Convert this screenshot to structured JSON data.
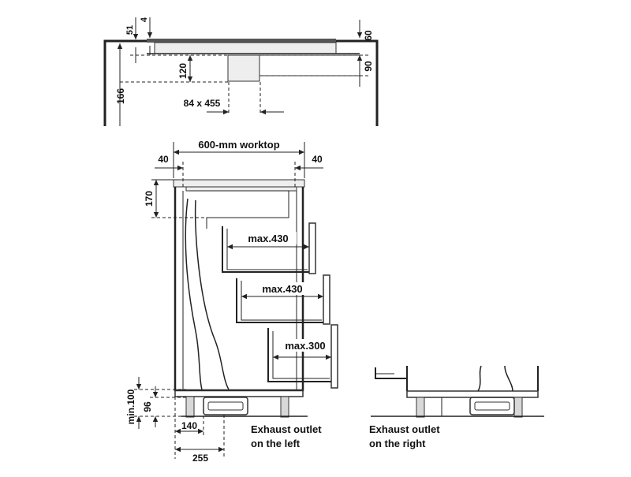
{
  "dimensions": {
    "d51": "51",
    "d4": "4",
    "d60": "60",
    "d120": "120",
    "d90": "90",
    "d166": "166",
    "d84x455": "84 x 455",
    "worktop": "600-mm worktop",
    "d40_left": "40",
    "d40_right": "40",
    "d170": "170",
    "drawer1": "max.430",
    "drawer2": "max.430",
    "drawer3": "max.300",
    "min100": "min.100",
    "d96": "96",
    "d140": "140",
    "d255": "255"
  },
  "captions": {
    "left_line1": "Exhaust outlet",
    "left_line2": "on the left",
    "right_line1": "Exhaust outlet",
    "right_line2": "on the right"
  }
}
